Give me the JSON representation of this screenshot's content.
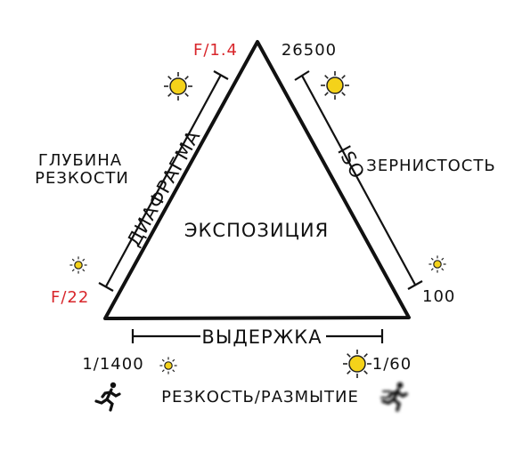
{
  "diagram": {
    "center_label": "ЭКСПОЗИЦИЯ",
    "aperture": {
      "axis_label": "ДИАФРАГМА",
      "side_label_line1": "ГЛУБИНА",
      "side_label_line2": "РЕЗКОСТИ",
      "max_value": "F/1.4",
      "min_value": "F/22"
    },
    "iso": {
      "axis_label": "ISO",
      "side_label": "ЗЕРНИСТОСТЬ",
      "max_value": "26500",
      "min_value": "100"
    },
    "shutter": {
      "axis_label": "ВЫДЕРЖКА",
      "bottom_label": "РЕЗКОСТЬ/РАЗМЫТИЕ",
      "fast_value": "1/1400",
      "slow_value": "1/60"
    },
    "colors": {
      "accent_red": "#d8262b",
      "sun_fill": "#f4d21a",
      "sun_stroke": "#222222",
      "ink": "#111111"
    },
    "icons": [
      "sun-icon",
      "running-person-icon",
      "blurred-running-person-icon"
    ]
  }
}
